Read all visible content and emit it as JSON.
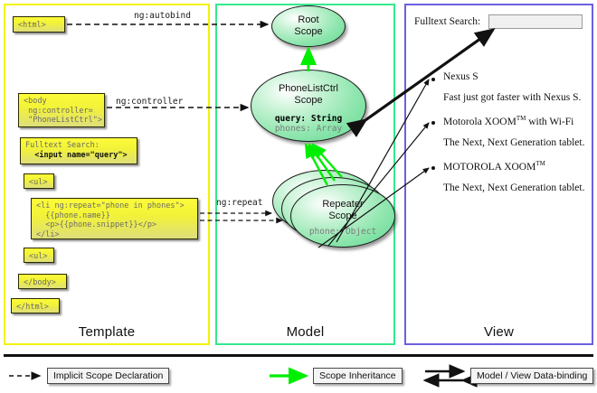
{
  "columns": [
    {
      "key": "template",
      "label": "Template",
      "border_color": "#f2f20a"
    },
    {
      "key": "model",
      "label": "Model",
      "border_color": "#35e98d"
    },
    {
      "key": "view",
      "label": "View",
      "border_color": "#6b5fe0"
    }
  ],
  "template": {
    "boxes": [
      {
        "name": "html-open-box",
        "text": "<html>"
      },
      {
        "name": "body-open-box",
        "text": "<body\n ng:controller=\n \"PhoneListCtrl\">"
      },
      {
        "name": "search-box",
        "text": "Fulltext Search:",
        "bold_text": "  <input name=\"query\">"
      },
      {
        "name": "ul-open-box",
        "text": "<ul>"
      },
      {
        "name": "li-repeat-box",
        "text": "<li ng:repeat=\"phone in phones\">\n  {{phone.name}}\n  <p>{{phone.snippet}}</p>\n</li>"
      },
      {
        "name": "ul-close-box",
        "text": "<ul>"
      },
      {
        "name": "body-close-box",
        "text": "</body>"
      },
      {
        "name": "html-close-box",
        "text": "</html>"
      }
    ]
  },
  "model": {
    "scopes": [
      {
        "name": "root-scope",
        "line1": "Root",
        "line2": "Scope",
        "props": []
      },
      {
        "name": "phonelistctrl-scope",
        "line1": "PhoneListCtrl",
        "line2": "Scope",
        "props": [
          {
            "text": "query: String",
            "bold": true
          },
          {
            "text": "phones: Array",
            "bold": false
          }
        ]
      },
      {
        "name": "repeater-scope",
        "line1": "Repeater",
        "line2": "Scope",
        "props": [
          {
            "text": "phone: Object",
            "bold": false
          }
        ]
      }
    ]
  },
  "view": {
    "search_label": "Fulltext Search:",
    "search_value": "",
    "phones": [
      {
        "name": "Nexus S",
        "trademark": false,
        "snippet": "Fast just got faster with Nexus S."
      },
      {
        "name": "Motorola XOOM",
        "trademark": true,
        "suffix": " with Wi-Fi",
        "snippet": "The Next, Next Generation tablet."
      },
      {
        "name": "MOTOROLA XOOM",
        "trademark": true,
        "suffix": "",
        "snippet": "The Next, Next Generation tablet."
      }
    ],
    "tm_symbol": "TM"
  },
  "edge_labels": [
    {
      "name": "ng-autobind-label",
      "text": "ng:autobind"
    },
    {
      "name": "ng-controller-label",
      "text": "ng:controller"
    },
    {
      "name": "ng-repeat-label",
      "text": "ng:repeat"
    }
  ],
  "legend": {
    "items": [
      {
        "name": "legend-implicit-scope-declaration",
        "label": "Implicit Scope Declaration",
        "arrow": "dashed-arrow",
        "color": "#111111"
      },
      {
        "name": "legend-scope-inheritance",
        "label": "Scope Inheritance",
        "arrow": "solid-arrow",
        "color": "#00ee00"
      },
      {
        "name": "legend-data-binding",
        "label": "Model / View Data-binding",
        "arrow": "double-arrow",
        "color": "#111111"
      }
    ]
  }
}
